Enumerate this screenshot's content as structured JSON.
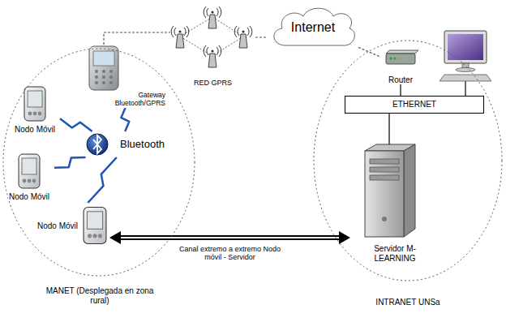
{
  "diagram": {
    "nodes": [
      {
        "text": [
          "MANET (Desplegada en zona rural)"
        ]
      },
      {
        "text": [
          "Nodo Móvil"
        ],
        "in": 0
      },
      {
        "text": [
          "Nodo Móvil"
        ],
        "in": 0
      },
      {
        "text": [
          "Nodo Móvil"
        ],
        "in": 0
      },
      {
        "text": [
          "Bluetooth"
        ],
        "in": 0
      },
      {
        "text": [
          "Gateway Bluetooth/GPRS"
        ],
        "in": 0
      },
      {
        "text": [
          "RED GPRS"
        ]
      },
      {
        "text": [
          "Internet"
        ]
      },
      {
        "text": [
          "INTRANET UNSa"
        ]
      },
      {
        "text": [
          "Router"
        ],
        "in": 8
      },
      {
        "text": [
          "ETHERNET"
        ],
        "in": 8
      },
      {
        "text": [
          "Servidor M-LEARNING"
        ],
        "in": 8
      }
    ],
    "edges": [
      {
        "from": 1,
        "to": 4,
        "arrow": "none"
      },
      {
        "from": 2,
        "to": 4,
        "arrow": "none"
      },
      {
        "from": 3,
        "to": 4,
        "arrow": "none"
      },
      {
        "from": 4,
        "to": 5,
        "arrow": "none"
      },
      {
        "from": 5,
        "to": 6,
        "arrow": "none"
      },
      {
        "from": 6,
        "to": 7,
        "arrow": "none"
      },
      {
        "from": 7,
        "to": 9,
        "arrow": "none"
      },
      {
        "from": 9,
        "to": 10,
        "arrow": "none"
      },
      {
        "from": 10,
        "to": 11,
        "arrow": "none"
      },
      {
        "from": 3,
        "to": 11,
        "label": "Canal extremo a extremo Nodo móvil - Servidor",
        "arrow": "both"
      }
    ]
  }
}
